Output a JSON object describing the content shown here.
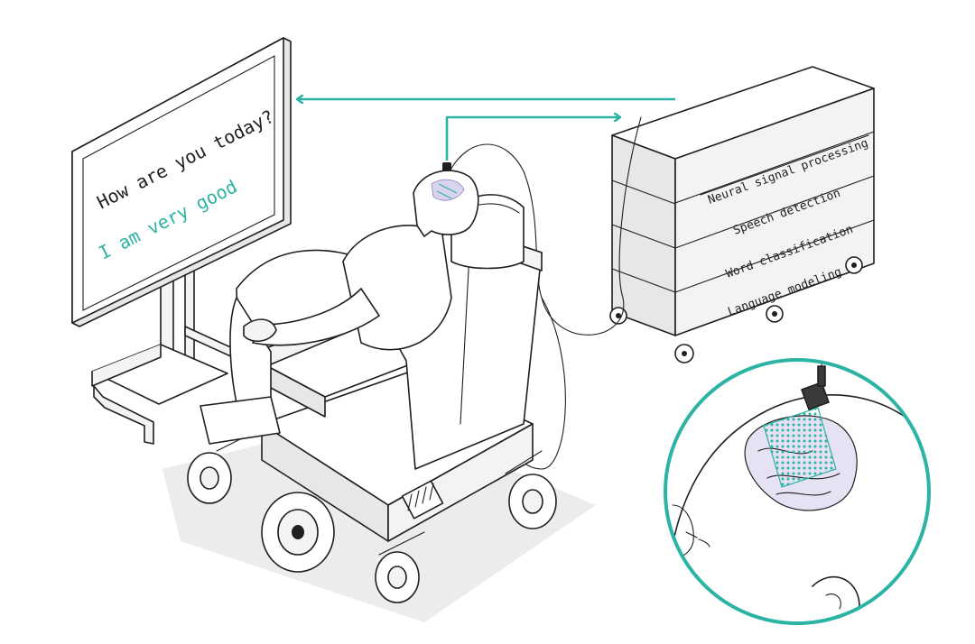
{
  "monitor": {
    "question": "How are you today?",
    "answer": "I am very good"
  },
  "cabinet": {
    "stages": [
      "Neural signal processing",
      "Speech detection",
      "Word classification",
      "Language modeling"
    ]
  },
  "colors": {
    "accent": "#2bb3a3",
    "ink": "#1f1f1f",
    "shade": "#e7e7e7",
    "floor_shadow": "#ececec",
    "brain_tint": "#d9d3ee"
  }
}
